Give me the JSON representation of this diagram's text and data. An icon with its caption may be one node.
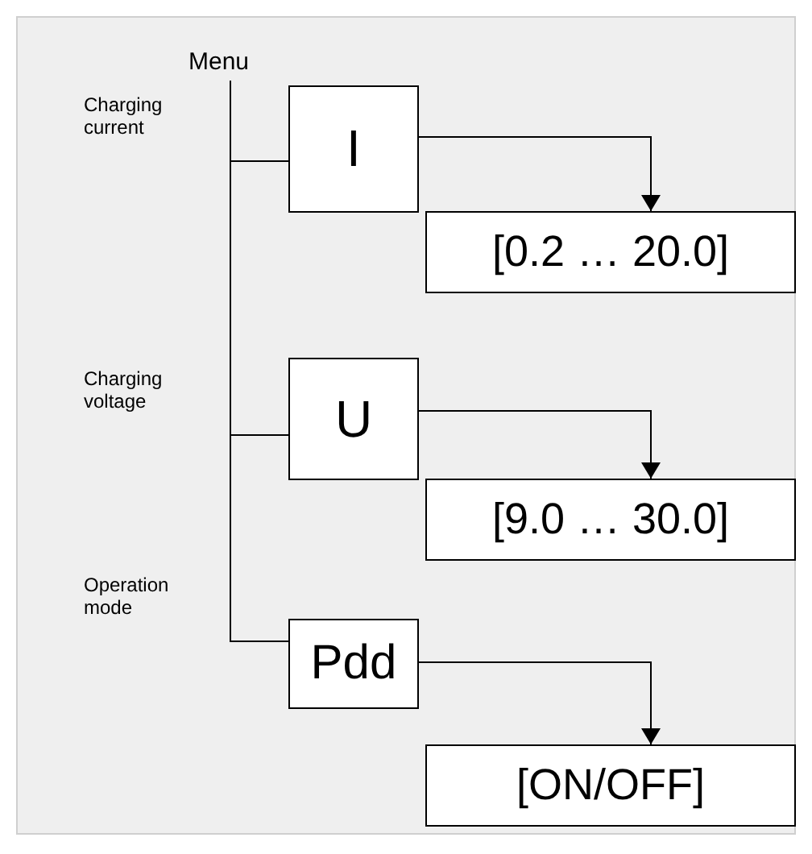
{
  "diagram": {
    "nodes": [
      {
        "text": [
          "Menu"
        ]
      },
      {
        "text": [
          "I"
        ]
      },
      {
        "text": [
          "[0.2 … 20.0]"
        ]
      },
      {
        "text": [
          "U"
        ]
      },
      {
        "text": [
          "[9.0 … 30.0]"
        ]
      },
      {
        "text": [
          "Pdd"
        ]
      },
      {
        "text": [
          "[ON/OFF]"
        ]
      }
    ],
    "edges": [
      {
        "from": 0,
        "to": 1,
        "arrow": "none",
        "label": "Charging current"
      },
      {
        "from": 0,
        "to": 3,
        "arrow": "none",
        "label": "Charging voltage"
      },
      {
        "from": 0,
        "to": 5,
        "arrow": "none",
        "label": "Operation mode"
      },
      {
        "from": 1,
        "to": 2,
        "arrow": "to"
      },
      {
        "from": 3,
        "to": 4,
        "arrow": "to"
      },
      {
        "from": 5,
        "to": 6,
        "arrow": "to"
      }
    ]
  }
}
